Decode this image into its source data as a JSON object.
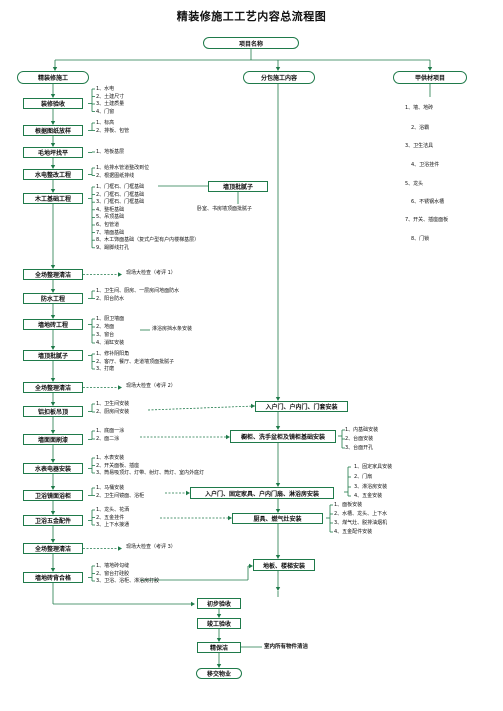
{
  "title": "精装修施工工艺内容总流程图",
  "top_node": "项目名称",
  "columns": {
    "left": "精装修施工",
    "middle": "分包施工内容",
    "right": "甲供材项目"
  },
  "left_steps": [
    {
      "label": "装修验收",
      "items": [
        "1、水电",
        "2、土建尺寸",
        "3、土建质量",
        "4、门窗"
      ]
    },
    {
      "label": "根据图纸放样",
      "items": [
        "1、标高",
        "2、排板、包管"
      ]
    },
    {
      "label": "毛地坪找平",
      "items": [
        "1、地板基层"
      ]
    },
    {
      "label": "水电整改工程",
      "items": [
        "1、给排水管道整改到位",
        "2、根据图纸排线"
      ]
    },
    {
      "label": "木工基础工程",
      "items": [
        "1、门框石、门框基础",
        "2、门框石、门框基础",
        "3、门框石、门框基础",
        "4、整柜基础",
        "5、吊顶基础",
        "6、包管道",
        "7、墙面基础",
        "8、木工饰面基础（复式户型有户内楼梯基层）",
        "9、踢脚线打孔"
      ]
    },
    {
      "label": "全场整理清洁",
      "items": [
        "现场大检查（考评 1）"
      ]
    },
    {
      "label": "防水工程",
      "items": [
        "1、卫生间、厨房、一层房间地面防水",
        "2、阳台防水"
      ]
    },
    {
      "label": "墙地砖工程",
      "items": [
        "1、厨卫墙面",
        "2、地面",
        "3、窗台",
        "4、消缸安装"
      ]
    },
    {
      "label": "墙顶批腻子",
      "items": [
        "1、修补阴阳角",
        "2、客厅、餐厅、走道墙顶面批腻子",
        "3、打磨"
      ]
    },
    {
      "label": "全场整理清洁",
      "items": [
        "现场大检查（考评 2）"
      ]
    },
    {
      "label": "铝扣板吊顶",
      "items": [
        "1、卫生间安装",
        "2、厨房间安装"
      ]
    },
    {
      "label": "墙面面刷漆",
      "items": [
        "1、底面一涂",
        "2、面二涂"
      ]
    },
    {
      "label": "水表电器安装",
      "items": [
        "1、水表安装",
        "2、开关面板、插座",
        "3、筒易吸顶灯、灯带、射灯、筒灯、室内外庭灯"
      ]
    },
    {
      "label": "卫浴镜面浴柜",
      "items": [
        "1、马桶安装",
        "2、卫生间镜面、浴柜"
      ]
    },
    {
      "label": "卫浴五金配件",
      "items": [
        "1、龙头、花洒",
        "2、五金挂件",
        "3、上下水接通"
      ]
    },
    {
      "label": "全场整理清洁",
      "items": [
        "现场大检查（考评 3）"
      ]
    },
    {
      "label": "墙地砖背合格",
      "items": [
        "1、墙地砖勾缝",
        "2、窗台打硅胶",
        "3、卫浴、浴柜、淋浴房打胶"
      ]
    }
  ],
  "mid_labels": {
    "wall_ceiling": "墙顶批腻子",
    "bed_note": "卧室、书房墙顶面批腻子",
    "shower_base": "淋浴房挡水条安装",
    "doors": "入户门、户内门、门套安装",
    "cabinet": "橱柜、洗手盆柜及镜柜基础安装",
    "fixed_furniture": "入户门、固定家具、户内门扇、淋浴房安装",
    "appliances": "厨具、燃气灶安装",
    "floor_stairs": "地板、楼梯安装"
  },
  "cabinet_items": [
    "1、内基础安装",
    "2、台面安装",
    "3、台面开孔"
  ],
  "fixed_items": [
    "1、固定家具安装",
    "2、门扇",
    "3、淋浴房安装",
    "4、五金安装"
  ],
  "appliance_items": [
    "1、面板安装",
    "2、水槽、龙头、上下水",
    "3、煤气灶、脱排油烟机",
    "4、五金配件安装"
  ],
  "right_items": [
    "1、墙、地砖",
    "2、浴霸",
    "3、卫生洁具",
    "4、卫浴挂件",
    "5、龙头",
    "6、不锈钢水槽",
    "7、开关、插座面板",
    "8、门锁"
  ],
  "final_steps": [
    "初步验收",
    "竣工验收",
    "精保洁",
    "移交物业"
  ],
  "final_note": "室内所有物件清洁"
}
